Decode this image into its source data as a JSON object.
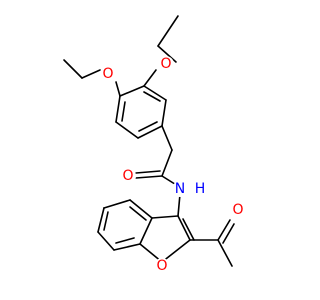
{
  "molecule": {
    "colors": {
      "bond": "#000000",
      "oxygen": "#ff0000",
      "nitrogen": "#0000ff",
      "background": "#ffffff"
    },
    "atom_labels": {
      "o_ethoxy_upper": "O",
      "o_ethoxy_left": "O",
      "o_amide": "O",
      "n_amide": "N",
      "h_amide": "H",
      "o_acetyl": "O",
      "o_furan": "O"
    }
  }
}
